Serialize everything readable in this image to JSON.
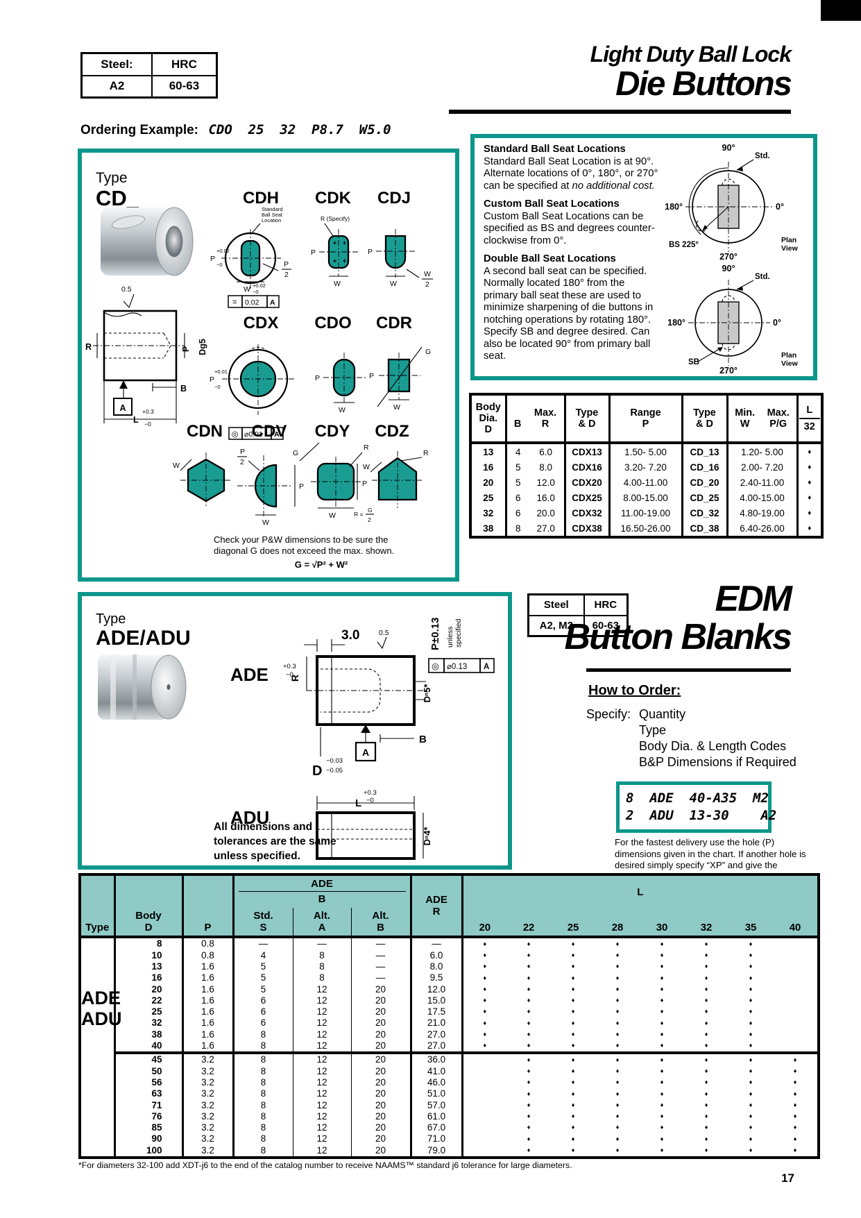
{
  "glyphs": {
    "diamond": "♦"
  },
  "colors": {
    "teal_border": "#0D968B",
    "shape_fill": "#1A9C92",
    "table_header_bg": "#8FCAC7",
    "plug_gray": "#C9C9C9"
  },
  "steel_table_top": {
    "h1": "Steel:",
    "h2": "HRC",
    "v1": "A2",
    "v2": "60-63"
  },
  "header": {
    "title_line1": "Light Duty Ball Lock",
    "title_line2": "Die Buttons"
  },
  "ordering": {
    "label": "Ordering Example:",
    "value": "CDO  25  32  P8.7  W5.0"
  },
  "cd_box": {
    "type_label": "Type",
    "type_value": "CD_",
    "note_line1": "Check your P&W dimensions to be sure the",
    "note_line2": "diagonal G does not exceed the max. shown.",
    "formula": "G = √P² + W²",
    "shapes": {
      "cdh": {
        "label": "CDH",
        "seat1": "Standard",
        "seat2": "Ball Seat",
        "seat3": "Location",
        "p": "P",
        "ptol_u": "+0.02",
        "ptol_l": "−0",
        "w": "W",
        "wtol_u": "+0.02",
        "wtol_l": "−0",
        "frac_n": "P",
        "frac_d": "2",
        "fcf_sym": "=",
        "fcf_val": "0.02",
        "fcf_datum": "A"
      },
      "cdk": {
        "label": "CDK",
        "r": "R (Specify)",
        "p": "P",
        "w": "W"
      },
      "cdj": {
        "label": "CDJ",
        "p": "P",
        "w": "W",
        "frac_n": "W",
        "frac_d": "2"
      },
      "cdx": {
        "label": "CDX",
        "p": "P",
        "ptol_u": "+0.01",
        "ptol_l": "−0",
        "fcf_sym": "◎",
        "fcf_val": "⌀0.01",
        "fcf_datum": "A"
      },
      "cdo": {
        "label": "CDO",
        "p": "P",
        "w": "W"
      },
      "cdr": {
        "label": "CDR",
        "g": "G",
        "p": "P",
        "w": "W"
      },
      "cdn": {
        "label": "CDN",
        "w": "W"
      },
      "cdv": {
        "label": "CDV",
        "frac_n": "P",
        "frac_d": "2",
        "p": "P",
        "w": "W"
      },
      "cdy": {
        "label": "CDY",
        "g": "G",
        "r": "R",
        "p": "P",
        "w": "W",
        "req": "R =",
        "req_n": "G",
        "req_d": "2"
      },
      "cdz": {
        "label": "CDZ",
        "w": "W",
        "r": "R"
      }
    },
    "side_view": {
      "finish": "0.5",
      "r": "R",
      "p": "P",
      "d": "Dg5",
      "datum": "A",
      "b": "B",
      "l": "L",
      "ltol_u": "+0.3",
      "ltol_l": "−0"
    }
  },
  "ball_seat_box": {
    "s1_heading": "Standard Ball Seat Locations",
    "s1_body": "Standard Ball Seat Location is at 90°. Alternate locations of 0°, 180°, or 270° can be specified at ",
    "s1_italic": "no additional cost.",
    "s2_heading": "Custom Ball Seat Locations",
    "s2_body": "Custom Ball Seat Locations can be specified as BS and degrees counter-clockwise from 0°.",
    "s3_heading": "Double Ball Seat Locations",
    "s3_body": "A second ball seat can be specified. Normally located 180° from the primary ball seat these are used to minimize sharpening of die buttons in notching operations by rotating 180°. Specify SB and degree desired. Can also be located 90° from primary ball seat.",
    "diagram1": {
      "top": "90°",
      "left": "180°",
      "right": "0°",
      "bottom": "270°",
      "std": "Std.",
      "bs": "BS 225°",
      "plan1": "Plan",
      "plan2": "View"
    },
    "diagram2": {
      "top": "90°",
      "left": "180°",
      "right": "0°",
      "bottom": "270°",
      "std": "Std.",
      "sb": "SB",
      "plan1": "Plan",
      "plan2": "View"
    }
  },
  "cd_table": {
    "h_body": "Body\nDia.\nD",
    "h_b": "B",
    "h_maxr": "Max.\nR",
    "h_type1": "Type\n& D",
    "h_range": "Range\nP",
    "h_type2": "Type\n& D",
    "h_minw": "Min.\nW",
    "h_maxpg": "Max.\nP/G",
    "h_l": "L",
    "h_l32": "32",
    "rows": [
      [
        "13",
        "4",
        "6.0",
        "CDX13",
        "1.50- 5.00",
        "CD_13",
        "1.20- 5.00"
      ],
      [
        "16",
        "5",
        "8.0",
        "CDX16",
        "3.20- 7.20",
        "CD_16",
        "2.00- 7.20"
      ],
      [
        "20",
        "5",
        "12.0",
        "CDX20",
        "4.00-11.00",
        "CD_20",
        "2.40-11.00"
      ],
      [
        "25",
        "6",
        "16.0",
        "CDX25",
        "8.00-15.00",
        "CD_25",
        "4.00-15.00"
      ],
      [
        "32",
        "6",
        "20.0",
        "CDX32",
        "11.00-19.00",
        "CD_32",
        "4.80-19.00"
      ],
      [
        "38",
        "8",
        "27.0",
        "CDX38",
        "16.50-26.00",
        "CD_38",
        "6.40-26.00"
      ]
    ]
  },
  "ade_box": {
    "type_label": "Type",
    "type_value": "ADE/ADU",
    "labels": {
      "ade": "ADE",
      "adu": "ADU",
      "dim30": "3.0",
      "finish": "0.5",
      "ptol": "P±0.13",
      "unless1": "unless",
      "unless2": "specified",
      "fcf_sym": "◎",
      "fcf_val": "⌀0.13",
      "fcf_datum": "A",
      "r": "R",
      "rtol_u": "+0.3",
      "rtol_l": "−0",
      "d": "D",
      "dtol_u": "−0.03",
      "dtol_l": "−0.05",
      "b": "B",
      "datum": "A",
      "l": "L",
      "ltol_u": "+0.3",
      "ltol_l": "−0",
      "dn5": "Dⁿ5*",
      "dn4": "Dⁿ4*"
    },
    "note_line1": "All dimensions and",
    "note_line2": "tolerances are the same",
    "note_line3": "unless specified."
  },
  "edm": {
    "steel_table": {
      "h1": "Steel",
      "h2": "HRC",
      "v1": "A2, M2",
      "v2": "60-63"
    },
    "title_line1": "EDM",
    "title_line2": "Button Blanks",
    "how_to_order": "How to Order:",
    "specify_label": "Specify:",
    "specify_items": [
      "Quantity",
      "Type",
      "Body Dia. & Length Codes",
      "B&P Dimensions if Required"
    ],
    "example_line1": "8  ADE  40-A35  M2",
    "example_line2": "2  ADU  13-30    A2",
    "note": "For the fastest delivery use the hole (P) dimensions given in the chart. If another hole is desired simply specify “XP” and give the dimension."
  },
  "ade_table": {
    "h_type": "Type",
    "h_body": "Body\nD",
    "h_p": "P",
    "h_ade": "ADE",
    "h_b": "B",
    "h_std_s": "Std.\nS",
    "h_alt_a": "Alt.\nA",
    "h_alt_b": "Alt.\nB",
    "h_ade_r": "ADE\nR",
    "h_l": "L",
    "l_cols": [
      "20",
      "22",
      "25",
      "28",
      "30",
      "32",
      "35",
      "40"
    ],
    "type_label_1": "ADE",
    "type_label_2": "ADU",
    "group1": {
      "l_marks": [
        "20",
        "22",
        "25",
        "28",
        "30",
        "32",
        "35"
      ],
      "rows": [
        [
          "8",
          "0.8",
          "—",
          "—",
          "—",
          "—"
        ],
        [
          "10",
          "0.8",
          "4",
          "8",
          "—",
          "6.0"
        ],
        [
          "13",
          "1.6",
          "5",
          "8",
          "—",
          "8.0"
        ],
        [
          "16",
          "1.6",
          "5",
          "8",
          "—",
          "9.5"
        ],
        [
          "20",
          "1.6",
          "5",
          "12",
          "20",
          "12.0"
        ],
        [
          "22",
          "1.6",
          "6",
          "12",
          "20",
          "15.0"
        ],
        [
          "25",
          "1.6",
          "6",
          "12",
          "20",
          "17.5"
        ],
        [
          "32",
          "1.6",
          "6",
          "12",
          "20",
          "21.0"
        ],
        [
          "38",
          "1.6",
          "8",
          "12",
          "20",
          "27.0"
        ],
        [
          "40",
          "1.6",
          "8",
          "12",
          "20",
          "27.0"
        ]
      ]
    },
    "group2": {
      "l_marks": [
        "22",
        "25",
        "28",
        "30",
        "32",
        "35",
        "40"
      ],
      "rows": [
        [
          "45",
          "3.2",
          "8",
          "12",
          "20",
          "36.0"
        ],
        [
          "50",
          "3.2",
          "8",
          "12",
          "20",
          "41.0"
        ],
        [
          "56",
          "3.2",
          "8",
          "12",
          "20",
          "46.0"
        ],
        [
          "63",
          "3.2",
          "8",
          "12",
          "20",
          "51.0"
        ],
        [
          "71",
          "3.2",
          "8",
          "12",
          "20",
          "57.0"
        ],
        [
          "76",
          "3.2",
          "8",
          "12",
          "20",
          "61.0"
        ],
        [
          "85",
          "3.2",
          "8",
          "12",
          "20",
          "67.0"
        ],
        [
          "90",
          "3.2",
          "8",
          "12",
          "20",
          "71.0"
        ],
        [
          "100",
          "3.2",
          "8",
          "12",
          "20",
          "79.0"
        ]
      ]
    }
  },
  "footnote": "*For diameters 32-100 add XDT-j6 to the end of the catalog number to receive NAAMS™ standard j6 tolerance for large diameters.",
  "page_number": "17"
}
